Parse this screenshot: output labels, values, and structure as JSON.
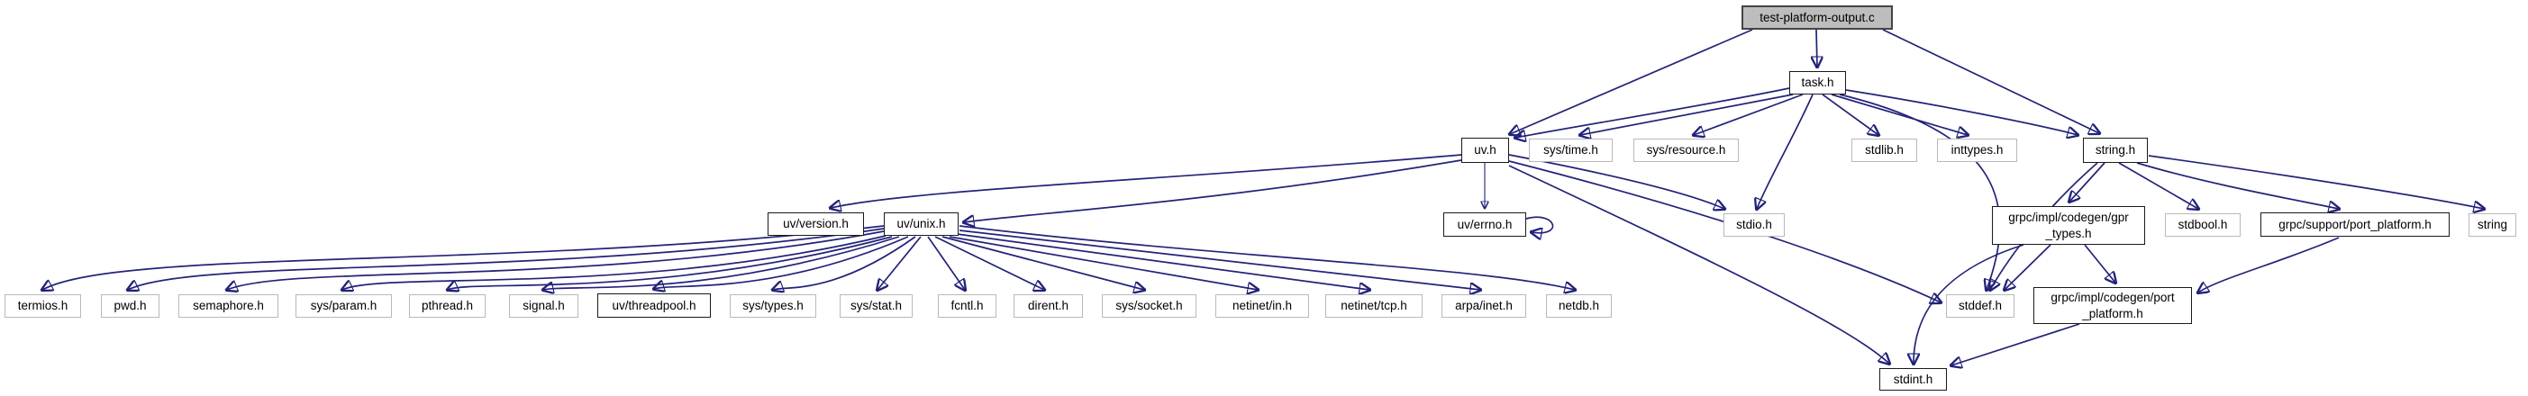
{
  "diagram": {
    "type": "include-dependency-graph",
    "root": "test-platform-output.c",
    "edge_color": "#191970",
    "root_fill": "#bdbdbd",
    "linked_border_color": "#1a1a1a",
    "leaf_border_color": "#b9b9b9"
  },
  "nodes": [
    {
      "id": "root",
      "label": "test-platform-output.c"
    },
    {
      "id": "task",
      "label": "task.h"
    },
    {
      "id": "uv",
      "label": "uv.h"
    },
    {
      "id": "systime",
      "label": "sys/time.h"
    },
    {
      "id": "sysresource",
      "label": "sys/resource.h"
    },
    {
      "id": "stdlib",
      "label": "stdlib.h"
    },
    {
      "id": "inttypes",
      "label": "inttypes.h"
    },
    {
      "id": "stringh",
      "label": "string.h"
    },
    {
      "id": "uvversion",
      "label": "uv/version.h"
    },
    {
      "id": "uvunix",
      "label": "uv/unix.h"
    },
    {
      "id": "uverrno",
      "label": "uv/errno.h"
    },
    {
      "id": "stdio",
      "label": "stdio.h"
    },
    {
      "id": "gprtypes",
      "label": "grpc/impl/codegen/gpr",
      "label2": "_types.h"
    },
    {
      "id": "stdbool",
      "label": "stdbool.h"
    },
    {
      "id": "supportpp",
      "label": "grpc/support/port_platform.h"
    },
    {
      "id": "string",
      "label": "string"
    },
    {
      "id": "stddef",
      "label": "stddef.h"
    },
    {
      "id": "codegenpp",
      "label": "grpc/impl/codegen/port",
      "label2": "_platform.h"
    },
    {
      "id": "stdint",
      "label": "stdint.h"
    },
    {
      "id": "termios",
      "label": "termios.h"
    },
    {
      "id": "pwd",
      "label": "pwd.h"
    },
    {
      "id": "semaphore",
      "label": "semaphore.h"
    },
    {
      "id": "sysparam",
      "label": "sys/param.h"
    },
    {
      "id": "pthread",
      "label": "pthread.h"
    },
    {
      "id": "signal",
      "label": "signal.h"
    },
    {
      "id": "threadpool",
      "label": "uv/threadpool.h"
    },
    {
      "id": "systypes",
      "label": "sys/types.h"
    },
    {
      "id": "sysstat",
      "label": "sys/stat.h"
    },
    {
      "id": "fcntl",
      "label": "fcntl.h"
    },
    {
      "id": "dirent",
      "label": "dirent.h"
    },
    {
      "id": "syssocket",
      "label": "sys/socket.h"
    },
    {
      "id": "netinetin",
      "label": "netinet/in.h"
    },
    {
      "id": "netinettcp",
      "label": "netinet/tcp.h"
    },
    {
      "id": "arpainet",
      "label": "arpa/inet.h"
    },
    {
      "id": "netdb",
      "label": "netdb.h"
    }
  ],
  "edges": [
    {
      "from": "test-platform-output.c",
      "to": "task.h"
    },
    {
      "from": "test-platform-output.c",
      "to": "uv.h"
    },
    {
      "from": "test-platform-output.c",
      "to": "string.h"
    },
    {
      "from": "task.h",
      "to": "uv.h"
    },
    {
      "from": "task.h",
      "to": "sys/time.h"
    },
    {
      "from": "task.h",
      "to": "sys/resource.h"
    },
    {
      "from": "task.h",
      "to": "stdlib.h"
    },
    {
      "from": "task.h",
      "to": "inttypes.h"
    },
    {
      "from": "task.h",
      "to": "string.h"
    },
    {
      "from": "task.h",
      "to": "stdio.h"
    },
    {
      "from": "task.h",
      "to": "stddef.h"
    },
    {
      "from": "uv.h",
      "to": "uv/version.h"
    },
    {
      "from": "uv.h",
      "to": "uv/unix.h"
    },
    {
      "from": "uv.h",
      "to": "uv/errno.h"
    },
    {
      "from": "uv.h",
      "to": "stdio.h"
    },
    {
      "from": "uv.h",
      "to": "stddef.h"
    },
    {
      "from": "uv.h",
      "to": "stdint.h"
    },
    {
      "from": "uv/errno.h",
      "to": "uv/errno.h"
    },
    {
      "from": "uv/unix.h",
      "to": "termios.h"
    },
    {
      "from": "uv/unix.h",
      "to": "pwd.h"
    },
    {
      "from": "uv/unix.h",
      "to": "semaphore.h"
    },
    {
      "from": "uv/unix.h",
      "to": "sys/param.h"
    },
    {
      "from": "uv/unix.h",
      "to": "pthread.h"
    },
    {
      "from": "uv/unix.h",
      "to": "signal.h"
    },
    {
      "from": "uv/unix.h",
      "to": "uv/threadpool.h"
    },
    {
      "from": "uv/unix.h",
      "to": "sys/types.h"
    },
    {
      "from": "uv/unix.h",
      "to": "sys/stat.h"
    },
    {
      "from": "uv/unix.h",
      "to": "fcntl.h"
    },
    {
      "from": "uv/unix.h",
      "to": "dirent.h"
    },
    {
      "from": "uv/unix.h",
      "to": "sys/socket.h"
    },
    {
      "from": "uv/unix.h",
      "to": "netinet/in.h"
    },
    {
      "from": "uv/unix.h",
      "to": "netinet/tcp.h"
    },
    {
      "from": "uv/unix.h",
      "to": "arpa/inet.h"
    },
    {
      "from": "uv/unix.h",
      "to": "netdb.h"
    },
    {
      "from": "string.h",
      "to": "grpc/impl/codegen/gpr_types.h"
    },
    {
      "from": "string.h",
      "to": "stdbool.h"
    },
    {
      "from": "string.h",
      "to": "grpc/support/port_platform.h"
    },
    {
      "from": "string.h",
      "to": "string"
    },
    {
      "from": "string.h",
      "to": "stddef.h"
    },
    {
      "from": "grpc/impl/codegen/gpr_types.h",
      "to": "stddef.h"
    },
    {
      "from": "grpc/impl/codegen/gpr_types.h",
      "to": "stdint.h"
    },
    {
      "from": "grpc/impl/codegen/gpr_types.h",
      "to": "grpc/impl/codegen/port_platform.h"
    },
    {
      "from": "grpc/support/port_platform.h",
      "to": "grpc/impl/codegen/port_platform.h"
    },
    {
      "from": "grpc/impl/codegen/port_platform.h",
      "to": "stdint.h"
    }
  ]
}
